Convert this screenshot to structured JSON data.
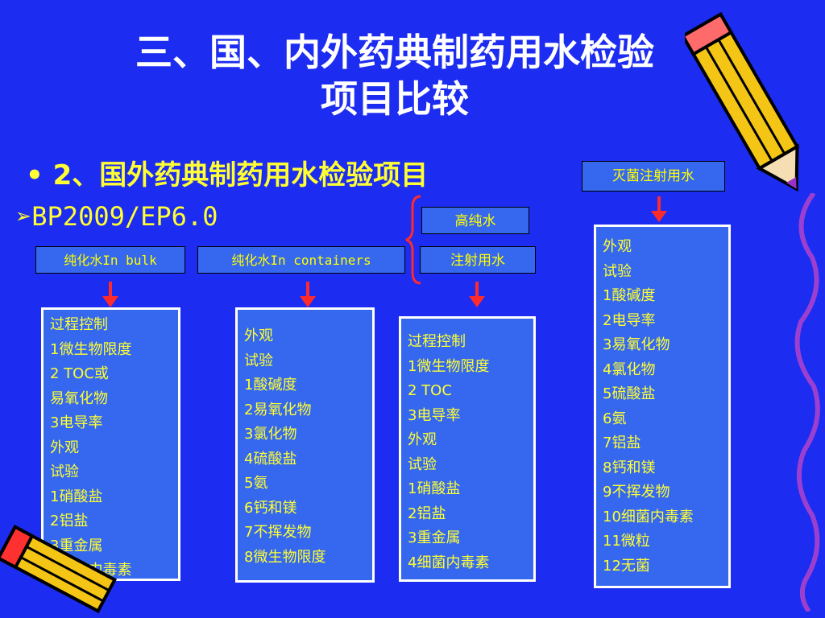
{
  "title": {
    "line1": "三、国、内外药典制药用水检验",
    "line2": "项目比较"
  },
  "bullet": {
    "marker": "•",
    "text": "2、国外药典制药用水检验项目"
  },
  "subheading": {
    "marker": "➢",
    "text": "BP2009/EP6.0"
  },
  "labels": {
    "bulk": "纯化水In bulk",
    "containers": "纯化水In containers",
    "high_purity": "高纯水",
    "injection": "注射用水",
    "sterile_injection": "灭菌注射用水"
  },
  "boxes": {
    "bulk": [
      "过程控制",
      "1微生物限度",
      "2 TOC或",
      "易氧化物",
      "3电导率",
      "外观",
      "试验",
      "1硝酸盐",
      "2铝盐",
      "3重金属",
      "4细菌内毒素"
    ],
    "containers": [
      "外观",
      "试验",
      "1酸碱度",
      "2易氧化物",
      "3氯化物",
      "4硫酸盐",
      "5氨",
      "6钙和镁",
      "7不挥发物",
      "8微生物限度"
    ],
    "injection": [
      "过程控制",
      "1微生物限度",
      "2 TOC",
      "3电导率",
      "外观",
      "试验",
      "1硝酸盐",
      "2铝盐",
      "3重金属",
      "4细菌内毒素"
    ],
    "sterile_injection": [
      "外观",
      "试验",
      "1酸碱度",
      "2电导率",
      "3易氧化物",
      "4氯化物",
      "5硫酸盐",
      "6氨",
      "7铝盐",
      "8钙和镁",
      "9不挥发物",
      "10细菌内毒素",
      "11微粒",
      "12无菌"
    ]
  },
  "colors": {
    "background": "#1c2cf0",
    "box_fill": "#3568ee",
    "text_yellow": "#ffff33",
    "arrow_red": "#ff2a2a",
    "title_white": "#ffffff"
  },
  "icons": [
    "pencil-icon",
    "down-arrow-icon",
    "curly-brace-icon"
  ]
}
